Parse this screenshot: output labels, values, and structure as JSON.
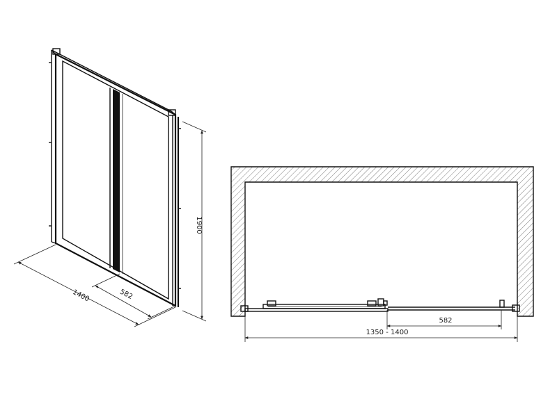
{
  "diagram": {
    "iso_view": {
      "width_label": "1400",
      "height_label": "1900",
      "opening_label": "582"
    },
    "plan_view": {
      "width_label": "1350 - 1400",
      "opening_label": "582"
    }
  },
  "colors": {
    "line": "#111111",
    "hatch": "#444444",
    "background": "#ffffff"
  }
}
